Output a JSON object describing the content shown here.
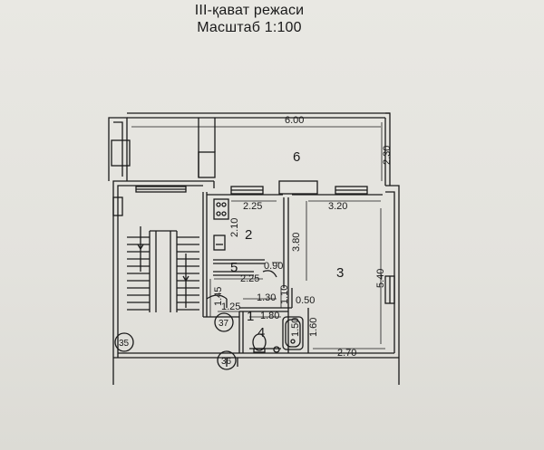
{
  "header": {
    "title": "III-қават режаси",
    "scale": "Масштаб 1:100"
  },
  "rooms": {
    "r1": "1",
    "r2": "2",
    "r3": "3",
    "r4": "4",
    "r5": "5",
    "r6": "6"
  },
  "apartments": {
    "a35": "35",
    "a36": "36",
    "a37": "37"
  },
  "dimensions": {
    "d_600": "6.00",
    "d_230": "2.30",
    "d_225a": "2.25",
    "d_320": "3.20",
    "d_210": "2.10",
    "d_380": "3.80",
    "d_090": "0.90",
    "d_225b": "2.25",
    "d_540": "5.40",
    "d_145": "1.45",
    "d_130": "1.30",
    "d_110": "1.10",
    "d_050": "0.50",
    "d_125": "1.25",
    "d_180": "1.80",
    "d_150": "1.50",
    "d_160": "1.60",
    "d_270": "2.70"
  }
}
